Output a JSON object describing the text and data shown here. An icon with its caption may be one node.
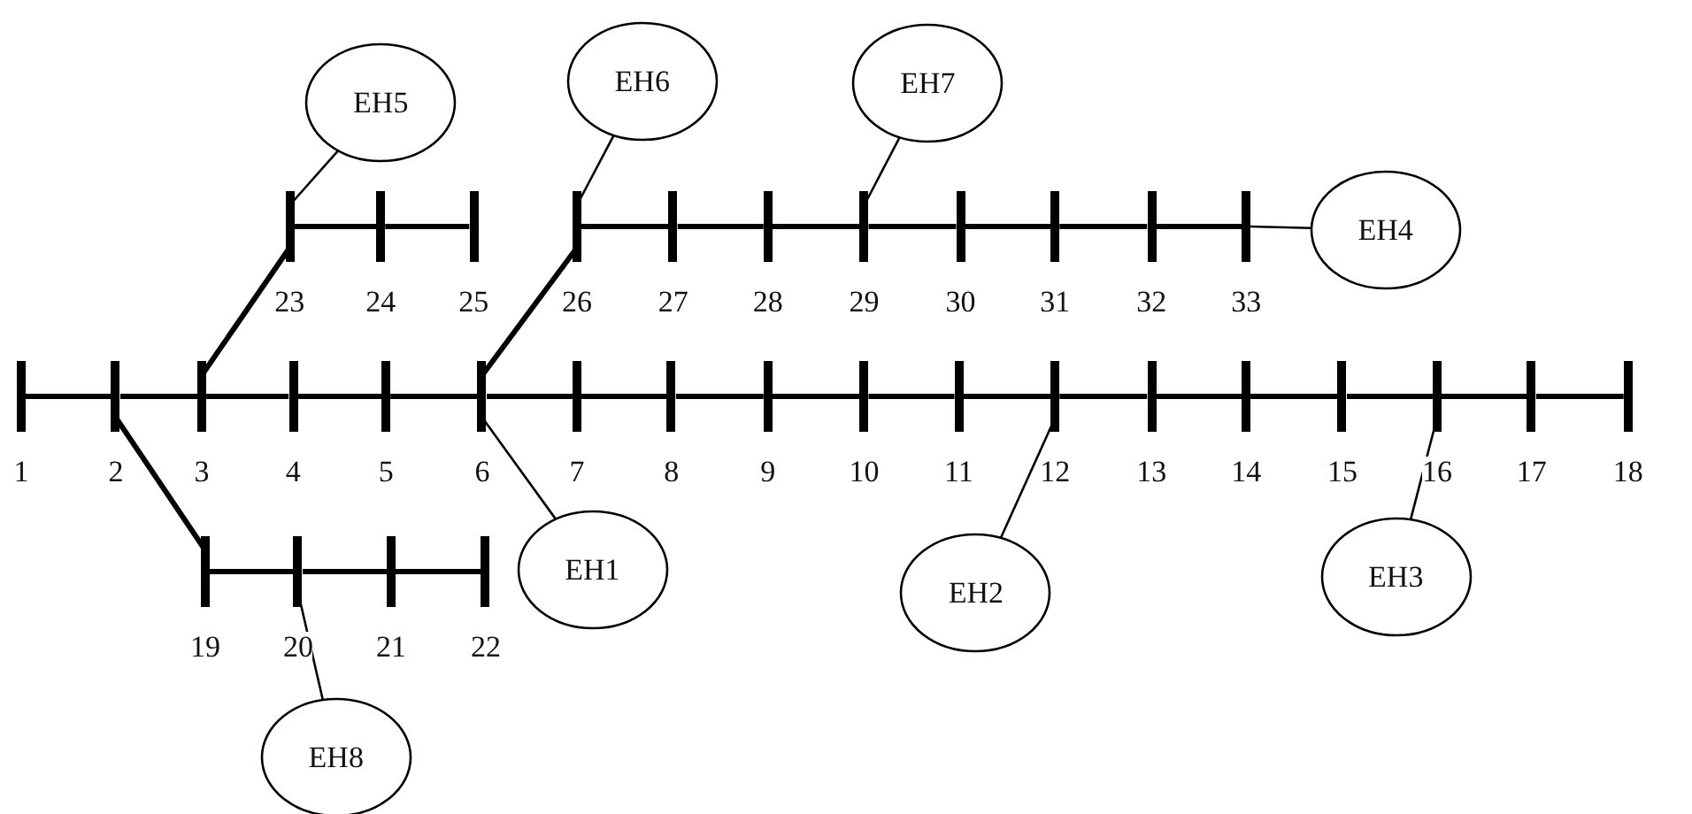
{
  "diagram": {
    "nodes": [
      {
        "text": [
          "1"
        ]
      },
      {
        "text": [
          "2"
        ]
      },
      {
        "text": [
          "3"
        ]
      },
      {
        "text": [
          "4"
        ]
      },
      {
        "text": [
          "5"
        ]
      },
      {
        "text": [
          "6"
        ]
      },
      {
        "text": [
          "7"
        ]
      },
      {
        "text": [
          "8"
        ]
      },
      {
        "text": [
          "9"
        ]
      },
      {
        "text": [
          "10"
        ]
      },
      {
        "text": [
          "11"
        ]
      },
      {
        "text": [
          "12"
        ]
      },
      {
        "text": [
          "13"
        ]
      },
      {
        "text": [
          "14"
        ]
      },
      {
        "text": [
          "15"
        ]
      },
      {
        "text": [
          "16"
        ]
      },
      {
        "text": [
          "17"
        ]
      },
      {
        "text": [
          "18"
        ]
      },
      {
        "text": [
          "19"
        ]
      },
      {
        "text": [
          "20"
        ]
      },
      {
        "text": [
          "21"
        ]
      },
      {
        "text": [
          "22"
        ]
      },
      {
        "text": [
          "23"
        ]
      },
      {
        "text": [
          "24"
        ]
      },
      {
        "text": [
          "25"
        ]
      },
      {
        "text": [
          "26"
        ]
      },
      {
        "text": [
          "27"
        ]
      },
      {
        "text": [
          "28"
        ]
      },
      {
        "text": [
          "29"
        ]
      },
      {
        "text": [
          "30"
        ]
      },
      {
        "text": [
          "31"
        ]
      },
      {
        "text": [
          "32"
        ]
      },
      {
        "text": [
          "33"
        ]
      },
      {
        "text": [
          "EH1"
        ]
      },
      {
        "text": [
          "EH2"
        ]
      },
      {
        "text": [
          "EH3"
        ]
      },
      {
        "text": [
          "EH4"
        ]
      },
      {
        "text": [
          "EH5"
        ]
      },
      {
        "text": [
          "EH6"
        ]
      },
      {
        "text": [
          "EH7"
        ]
      },
      {
        "text": [
          "EH8"
        ]
      }
    ],
    "edges": [
      {
        "from": 0,
        "to": 1,
        "arrow": "none"
      },
      {
        "from": 1,
        "to": 2,
        "arrow": "none"
      },
      {
        "from": 2,
        "to": 3,
        "arrow": "none"
      },
      {
        "from": 3,
        "to": 4,
        "arrow": "none"
      },
      {
        "from": 4,
        "to": 5,
        "arrow": "none"
      },
      {
        "from": 5,
        "to": 6,
        "arrow": "none"
      },
      {
        "from": 6,
        "to": 7,
        "arrow": "none"
      },
      {
        "from": 7,
        "to": 8,
        "arrow": "none"
      },
      {
        "from": 8,
        "to": 9,
        "arrow": "none"
      },
      {
        "from": 9,
        "to": 10,
        "arrow": "none"
      },
      {
        "from": 10,
        "to": 11,
        "arrow": "none"
      },
      {
        "from": 11,
        "to": 12,
        "arrow": "none"
      },
      {
        "from": 12,
        "to": 13,
        "arrow": "none"
      },
      {
        "from": 13,
        "to": 14,
        "arrow": "none"
      },
      {
        "from": 14,
        "to": 15,
        "arrow": "none"
      },
      {
        "from": 15,
        "to": 16,
        "arrow": "none"
      },
      {
        "from": 16,
        "to": 17,
        "arrow": "none"
      },
      {
        "from": 1,
        "to": 18,
        "arrow": "none"
      },
      {
        "from": 18,
        "to": 19,
        "arrow": "none"
      },
      {
        "from": 19,
        "to": 20,
        "arrow": "none"
      },
      {
        "from": 20,
        "to": 21,
        "arrow": "none"
      },
      {
        "from": 2,
        "to": 22,
        "arrow": "none"
      },
      {
        "from": 22,
        "to": 23,
        "arrow": "none"
      },
      {
        "from": 23,
        "to": 24,
        "arrow": "none"
      },
      {
        "from": 5,
        "to": 25,
        "arrow": "none"
      },
      {
        "from": 25,
        "to": 26,
        "arrow": "none"
      },
      {
        "from": 26,
        "to": 27,
        "arrow": "none"
      },
      {
        "from": 27,
        "to": 28,
        "arrow": "none"
      },
      {
        "from": 28,
        "to": 29,
        "arrow": "none"
      },
      {
        "from": 29,
        "to": 30,
        "arrow": "none"
      },
      {
        "from": 30,
        "to": 31,
        "arrow": "none"
      },
      {
        "from": 31,
        "to": 32,
        "arrow": "none"
      },
      {
        "from": 33,
        "to": 5,
        "arrow": "none"
      },
      {
        "from": 34,
        "to": 11,
        "arrow": "none"
      },
      {
        "from": 35,
        "to": 15,
        "arrow": "none"
      },
      {
        "from": 36,
        "to": 32,
        "arrow": "none"
      },
      {
        "from": 37,
        "to": 22,
        "arrow": "none"
      },
      {
        "from": 38,
        "to": 25,
        "arrow": "none"
      },
      {
        "from": 39,
        "to": 28,
        "arrow": "none"
      },
      {
        "from": 40,
        "to": 19,
        "arrow": "none"
      }
    ]
  }
}
